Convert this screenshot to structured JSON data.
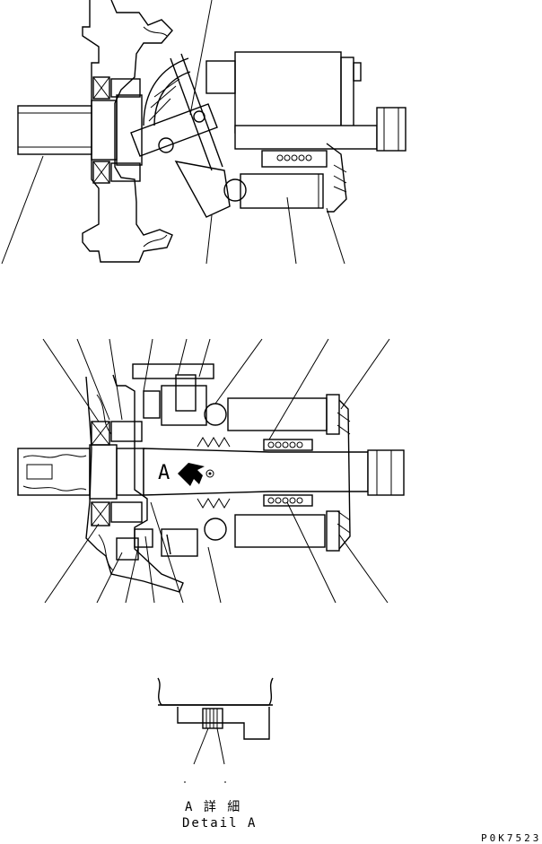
{
  "detail_marker": "A",
  "detail_caption_jp": "A 詳 細",
  "detail_caption_en": "Detail A",
  "drawing_code": "P0K7523",
  "colors": {
    "ink": "#000000",
    "paper": "#ffffff"
  }
}
